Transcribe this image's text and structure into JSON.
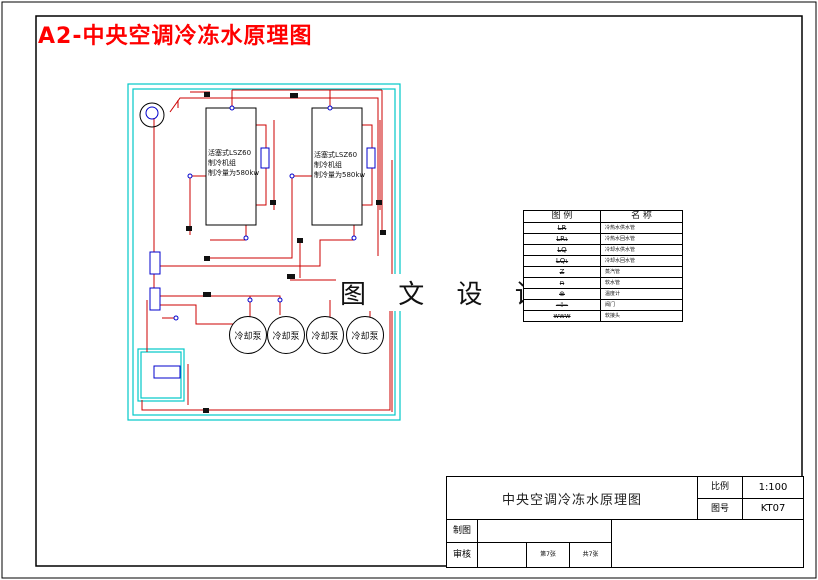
{
  "title": "A2-中央空调冷冻水原理图",
  "watermark": "图 文 设 计",
  "chiller_1": {
    "line1": "活塞式LSZ60",
    "line2": "制冷机组",
    "line3": "制冷量为580kw"
  },
  "chiller_2": {
    "line1": "活塞式LSZ60",
    "line2": "制冷机组",
    "line3": "制冷量为580kw"
  },
  "pumps": [
    "冷却泵",
    "冷却泵",
    "冷却泵",
    "冷却泵"
  ],
  "legend": {
    "header_symbol": "图  例",
    "header_name": "名  称",
    "rows": [
      {
        "symbol": "LR",
        "name": "冷热水供水管"
      },
      {
        "symbol": "LR₁",
        "name": "冷热水回水管"
      },
      {
        "symbol": "LQ",
        "name": "冷却水供水管"
      },
      {
        "symbol": "LQ₁",
        "name": "冷却水回水管"
      },
      {
        "symbol": "Z",
        "name": "蒸汽管"
      },
      {
        "symbol": "n",
        "name": "软水管"
      },
      {
        "symbol": "⊕",
        "name": "温度计"
      },
      {
        "symbol": "⊣⊢",
        "name": "阀门"
      },
      {
        "symbol": "www",
        "name": "软接头"
      }
    ]
  },
  "title_block": {
    "drawing_name": "中央空调冷冻水原理图",
    "scale_label": "比例",
    "scale_value": "1:100",
    "number_label": "图号",
    "number_value": "KT07",
    "drawn_label": "制图",
    "checked_label": "审核",
    "sheet_label": "第7张",
    "total_label": "共7张"
  },
  "colors": {
    "pipe": "#cc0000",
    "frame": "#00c8c8",
    "equip": "#0000cc",
    "title": "#ff0000"
  }
}
